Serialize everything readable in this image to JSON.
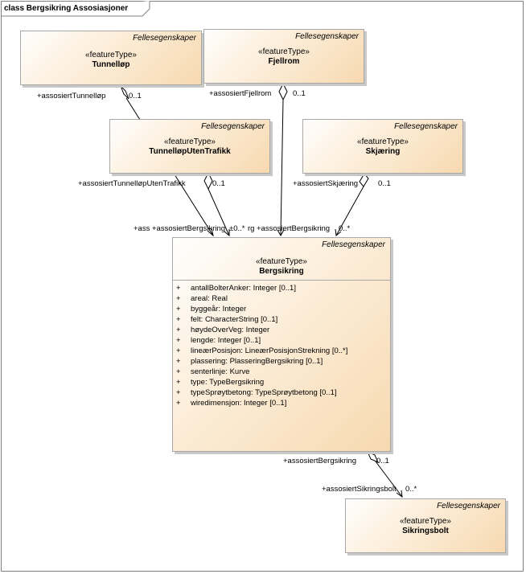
{
  "frame": {
    "title": "class Bergsikring Assosiasjoner"
  },
  "classes": {
    "tunnellop": {
      "package": "Fellesegenskaper",
      "stereotype": "«featureType»",
      "name": "Tunnelløp"
    },
    "fjellrom": {
      "package": "Fellesegenskaper",
      "stereotype": "«featureType»",
      "name": "Fjellrom"
    },
    "tunnellop_uten_trafikk": {
      "package": "Fellesegenskaper",
      "stereotype": "«featureType»",
      "name": "TunnelløpUtenTrafikk"
    },
    "skjaering": {
      "package": "Fellesegenskaper",
      "stereotype": "«featureType»",
      "name": "Skjæring"
    },
    "bergsikring": {
      "package": "Fellesegenskaper",
      "stereotype": "«featureType»",
      "name": "Bergsikring",
      "attributes": [
        {
          "vis": "+",
          "text": "antallBolterAnker: Integer [0..1]"
        },
        {
          "vis": "+",
          "text": "areal: Real"
        },
        {
          "vis": "+",
          "text": "byggeår: Integer"
        },
        {
          "vis": "+",
          "text": "felt: CharacterString [0..1]"
        },
        {
          "vis": "+",
          "text": "høydeOverVeg: Integer"
        },
        {
          "vis": "+",
          "text": "lengde: Integer [0..1]"
        },
        {
          "vis": "+",
          "text": "lineærPosisjon: LineærPosisjonStrekning [0..*]"
        },
        {
          "vis": "+",
          "text": "plassering: PlasseringBergsikring [0..1]"
        },
        {
          "vis": "+",
          "text": "senterlinje: Kurve"
        },
        {
          "vis": "+",
          "text": "type: TypeBergsikring"
        },
        {
          "vis": "+",
          "text": "typeSprøytbetong: TypeSprøytbetong [0..1]"
        },
        {
          "vis": "+",
          "text": "wiredimensjon: Integer [0..1]"
        }
      ]
    },
    "sikringsbolt": {
      "package": "Fellesegenskaper",
      "stereotype": "«featureType»",
      "name": "Sikringsbolt"
    }
  },
  "associations": {
    "tunnellop": {
      "source_role": "+assosiertTunnelløp",
      "source_mult": "0..1"
    },
    "fjellrom": {
      "source_role": "+assosiertFjellrom",
      "source_mult": "0..1"
    },
    "tunnellop_uten_trafikk": {
      "source_role": "+assosiertTunnelløpUtenTrafikk",
      "source_mult": "0..1"
    },
    "skjaering": {
      "source_role": "+assosiertSkjæring",
      "source_mult": "0..1"
    },
    "bergsikring_target_labels": {
      "a": "+ass",
      "b": "+assosiertBergsikring",
      "c": "±0..*",
      "d": "rg",
      "e": "+assosiertBergsikring",
      "f": "0..*"
    },
    "sikringsbolt": {
      "source_role": "+assosiertBergsikring",
      "source_mult": "0..1",
      "target_role": "+assosiertSikringsbolt",
      "target_mult": "0..*"
    }
  }
}
